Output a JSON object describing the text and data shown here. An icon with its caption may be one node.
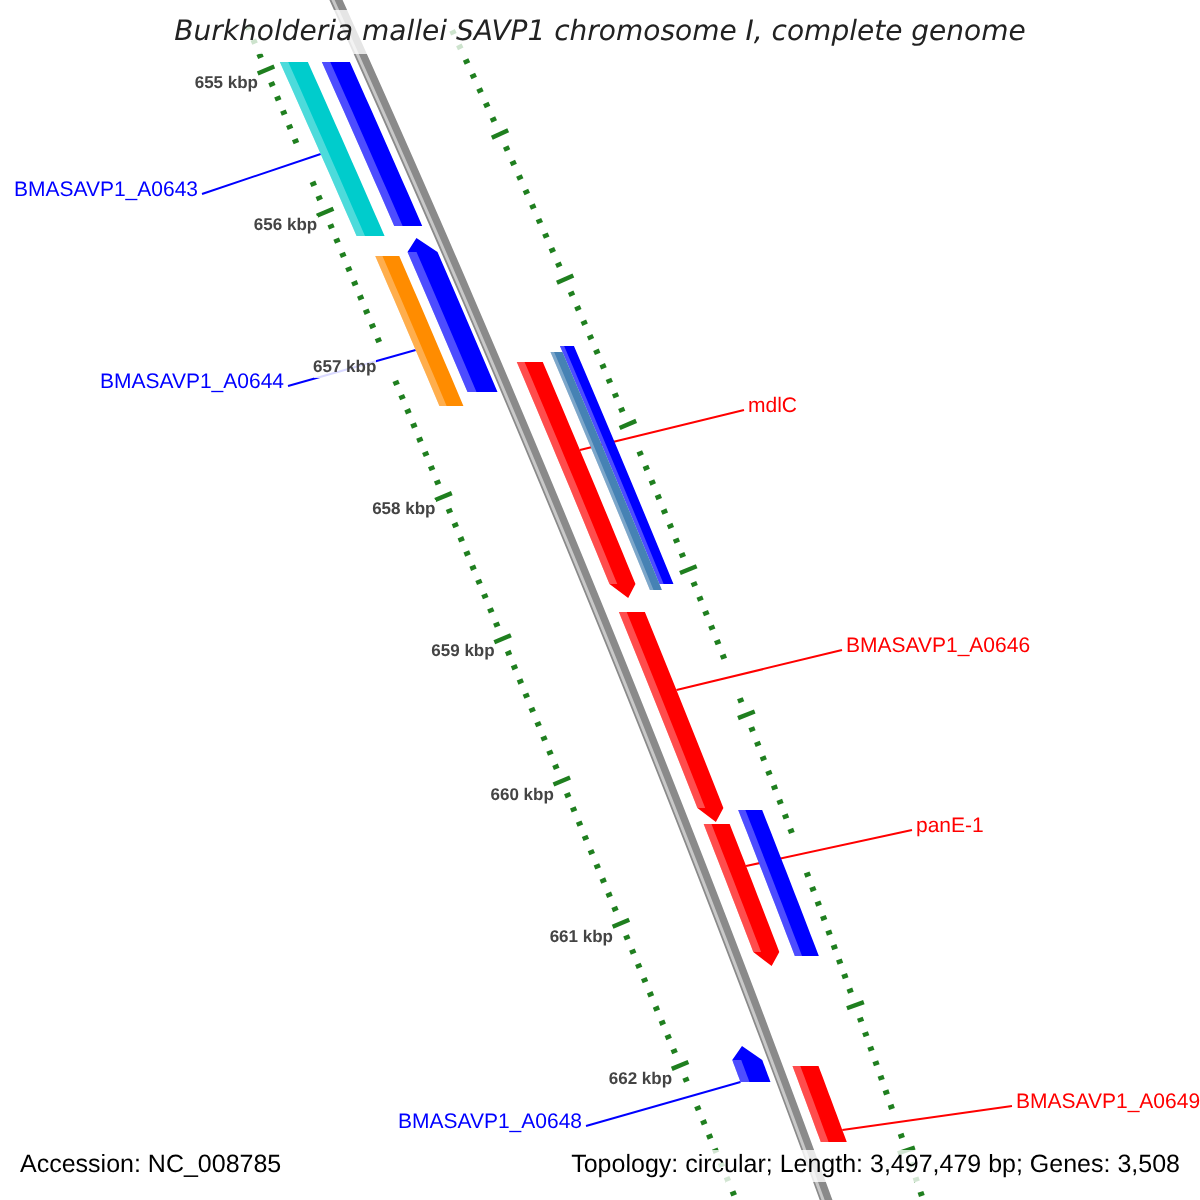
{
  "diagram": {
    "title": "Burkholderia mallei SAVP1 chromosome I, complete genome",
    "nodes": [
      {
        "text": [],
        "shape": "bar"
      },
      {
        "text": [],
        "shape": "bar"
      },
      {
        "text": [
          "BMASAVP1_A0643"
        ]
      },
      {
        "text": [],
        "shape": "bar"
      },
      {
        "text": [],
        "shape": "bar"
      },
      {
        "text": [
          "BMASAVP1_A0644"
        ]
      },
      {
        "text": [],
        "shape": "bar"
      },
      {
        "text": [],
        "shape": "bar"
      },
      {
        "text": [],
        "shape": "bar"
      },
      {
        "text": [
          "mdlC"
        ]
      },
      {
        "text": [],
        "shape": "bar"
      },
      {
        "text": [
          "BMASAVP1_A0646"
        ]
      },
      {
        "text": [],
        "shape": "bar"
      },
      {
        "text": [],
        "shape": "bar"
      },
      {
        "text": [
          "panE-1"
        ]
      },
      {
        "text": [],
        "shape": "bar"
      },
      {
        "text": [],
        "shape": "bar"
      },
      {
        "text": [
          "BMASAVP1_A0649"
        ]
      },
      {
        "text": [
          "BMASAVP1_A0648"
        ]
      }
    ],
    "edges": [
      {
        "from": 2,
        "to": 0,
        "arrow": "none",
        "color": "#0000ff"
      },
      {
        "from": 5,
        "to": 4,
        "arrow": "none",
        "color": "#0000ff"
      },
      {
        "from": 9,
        "to": 8,
        "arrow": "none"
      },
      {
        "from": 11,
        "to": 10,
        "arrow": "none"
      },
      {
        "from": 14,
        "to": 13,
        "arrow": "none"
      },
      {
        "from": 17,
        "to": 16,
        "arrow": "none"
      },
      {
        "from": 18,
        "to": 15,
        "arrow": "none",
        "color": "#0000ff"
      }
    ],
    "labels": [
      "655 kbp",
      "656 kbp",
      "657 kbp",
      "658 kbp",
      "659 kbp",
      "660 kbp",
      "661 kbp",
      "662 kbp",
      "Accession: NC_008785",
      "Topology: circular; Length: 3,497,479 bp; Genes: 3,508"
    ]
  }
}
